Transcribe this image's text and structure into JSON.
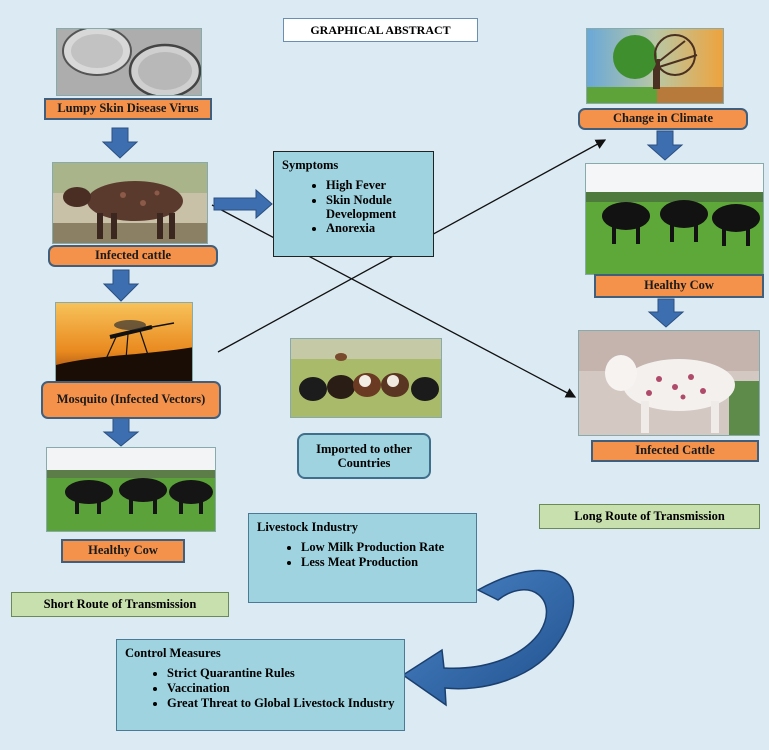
{
  "title": "GRAPHICAL ABSTRACT",
  "left_column": {
    "virus_label": "Lumpy Skin Disease Virus",
    "infected_label": "Infected cattle",
    "mosquito_label": "Mosquito (Infected Vectors)",
    "healthy_label": "Healthy Cow",
    "route_label": "Short Route of Transmission"
  },
  "symptoms": {
    "title": "Symptoms",
    "items": [
      "High Fever",
      "Skin Nodule Development",
      "Anorexia"
    ]
  },
  "imported": {
    "label": "Imported to other Countries"
  },
  "right_column": {
    "climate_label": "Change in Climate",
    "healthy_label": "Healthy Cow",
    "infected_label": "Infected Cattle",
    "route_label": "Long Route of Transmission"
  },
  "livestock": {
    "title": "Livestock Industry",
    "items": [
      "Low Milk Production Rate",
      "Less Meat Production"
    ]
  },
  "control": {
    "title": "Control Measures",
    "items": [
      "Strict Quarantine  Rules",
      "Vaccination",
      "Great Threat to Global Livestock Industry"
    ]
  },
  "colors": {
    "background": "#dcebf3",
    "label_orange": "#f4914b",
    "panel_blue": "#9fd3e0",
    "route_green": "#c8dfae",
    "arrow_blue": "#3d6fb0"
  }
}
